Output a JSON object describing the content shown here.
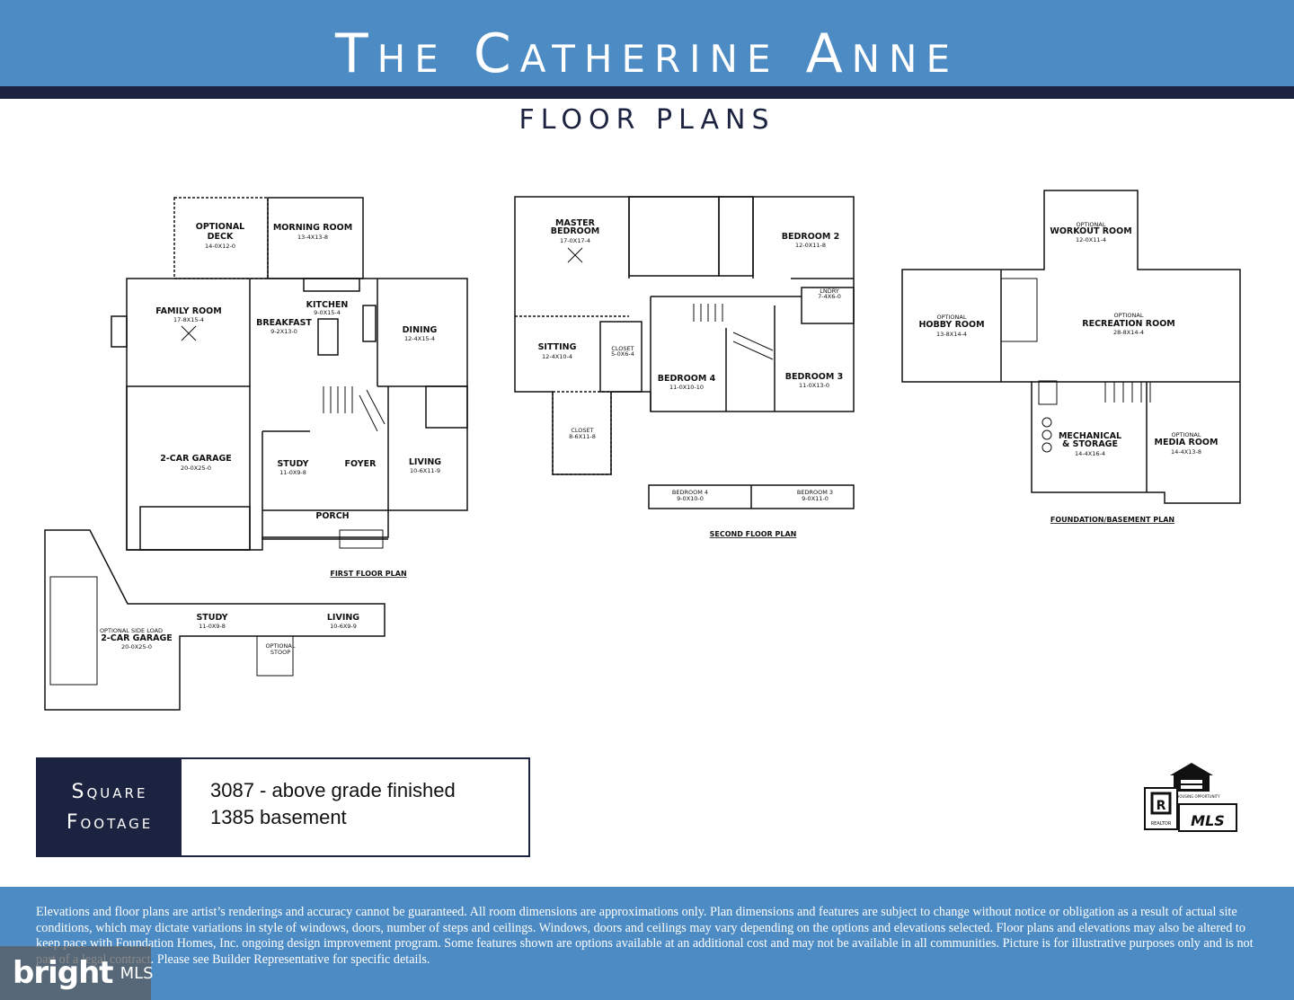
{
  "header": {
    "title": "The Catherine Anne",
    "subtitle": "FLOOR PLANS"
  },
  "plans": {
    "first_floor": {
      "caption": "FIRST FLOOR PLAN",
      "rooms": [
        {
          "name": "OPTIONAL DECK",
          "dims": "14-0X12-0"
        },
        {
          "name": "MORNING ROOM",
          "dims": "13-4X13-8"
        },
        {
          "name": "FAMILY ROOM",
          "dims": "17-8X15-4"
        },
        {
          "name": "KITCHEN",
          "dims": "9-0X15-4"
        },
        {
          "name": "BREAKFAST",
          "dims": "9-2X13-0"
        },
        {
          "name": "DINING",
          "dims": "12-4X15-4"
        },
        {
          "name": "2-CAR GARAGE",
          "dims": "20-0X25-0"
        },
        {
          "name": "STUDY",
          "dims": "11-0X9-8"
        },
        {
          "name": "FOYER",
          "dims": ""
        },
        {
          "name": "LIVING",
          "dims": "10-6X11-9"
        },
        {
          "name": "PORCH",
          "dims": ""
        },
        {
          "name": "OPTIONAL SIDE LOAD 2-CAR GARAGE",
          "dims": "20-0X25-0"
        },
        {
          "name": "STUDY",
          "dims": "11-0X9-8"
        },
        {
          "name": "LIVING",
          "dims": "10-6X9-9"
        },
        {
          "name": "OPTIONAL STOOP",
          "dims": ""
        }
      ]
    },
    "second_floor": {
      "caption": "SECOND FLOOR PLAN",
      "rooms": [
        {
          "name": "MASTER BEDROOM",
          "dims": "17-0X17-4"
        },
        {
          "name": "BEDROOM 2",
          "dims": "12-0X11-8"
        },
        {
          "name": "LNDRY",
          "dims": "7-4X6-0"
        },
        {
          "name": "SITTING",
          "dims": "12-4X10-4"
        },
        {
          "name": "CLOSET",
          "dims": "5-0X6-4"
        },
        {
          "name": "BEDROOM 4",
          "dims": "11-0X10-10"
        },
        {
          "name": "BEDROOM 3",
          "dims": "11-0X13-0"
        },
        {
          "name": "CLOSET",
          "dims": "8-6X11-8"
        },
        {
          "name": "BEDROOM 4",
          "dims": "9-0X10-0"
        },
        {
          "name": "BEDROOM 3",
          "dims": "9-0X11-0"
        }
      ]
    },
    "basement": {
      "caption": "FOUNDATION/BASEMENT PLAN",
      "rooms": [
        {
          "name": "OPTIONAL WORKOUT ROOM",
          "dims": "12-0X11-4"
        },
        {
          "name": "OPTIONAL HOBBY ROOM",
          "dims": "13-8X14-4"
        },
        {
          "name": "OPTIONAL RECREATION ROOM",
          "dims": "28-8X14-4"
        },
        {
          "name": "MECHANICAL & STORAGE",
          "dims": "14-4X16-4"
        },
        {
          "name": "OPTIONAL MEDIA ROOM",
          "dims": "14-4X13-8"
        }
      ]
    }
  },
  "square_footage": {
    "label_line1": "Square",
    "label_line2": "Footage",
    "lines": [
      "3087 - above grade finished",
      "1385 basement"
    ]
  },
  "logos": {
    "realtor": "REALTOR",
    "mls": "MLS",
    "equal_housing": "EQUAL HOUSING OPPORTUNITY"
  },
  "footer": {
    "disclaimer": "Elevations and floor plans are artist’s renderings and accuracy cannot be guaranteed. All room dimensions are approximations only. Plan dimensions and features are subject to change without notice or obligation as a result of actual site conditions, which may dictate variations in style of windows, doors, number of steps and ceilings. Windows, doors and ceilings may vary depending on the options and elevations selected. Floor plans and elevations may also be altered to keep pace with Foundation Homes, Inc. ongoing design improvement program. Some features shown are options available at an additional cost and may not be available in all communities. Picture is for illustrative purposes only and is not part of a legal contract. Please see Builder Representative for specific details."
  },
  "watermark": {
    "brand": "bright",
    "suffix": "MLS"
  }
}
